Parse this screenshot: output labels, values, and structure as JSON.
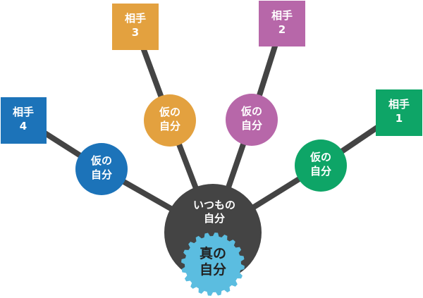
{
  "center": {
    "outer_line1": "いつもの",
    "outer_line2": "自分",
    "inner_line1": "真の",
    "inner_line2": "自分",
    "outer_color": "#444444",
    "inner_color": "#5bbde0"
  },
  "link_color": "#444444",
  "branches": [
    {
      "id": "1",
      "mid_line1": "仮の",
      "mid_line2": "自分",
      "box_line1": "相手",
      "box_line2": "1",
      "color": "#0ea567"
    },
    {
      "id": "2",
      "mid_line1": "仮の",
      "mid_line2": "自分",
      "box_line1": "相手",
      "box_line2": "2",
      "color": "#b767a9"
    },
    {
      "id": "3",
      "mid_line1": "仮の",
      "mid_line2": "自分",
      "box_line1": "相手",
      "box_line2": "3",
      "color": "#e3a13f"
    },
    {
      "id": "4",
      "mid_line1": "仮の",
      "mid_line2": "自分",
      "box_line1": "相手",
      "box_line2": "4",
      "color": "#1c73b9"
    }
  ]
}
